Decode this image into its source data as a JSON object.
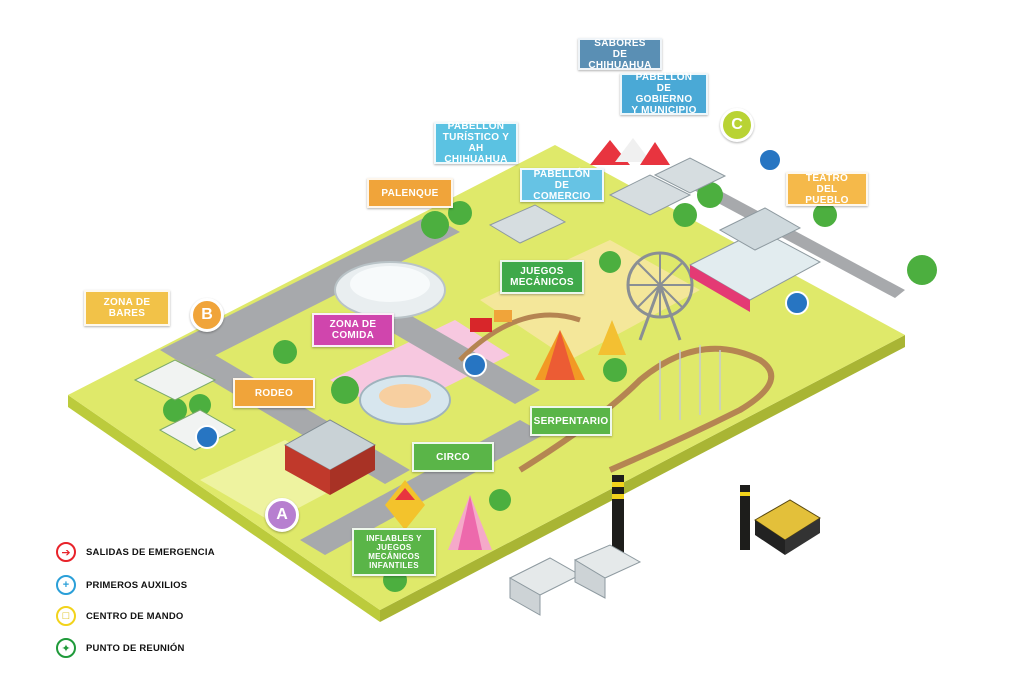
{
  "signs": {
    "sabores": "SABORES DE\nCHIHUAHUA",
    "gobierno": "PABELLÓN\nDE GOBIERNO\nY MUNICIPIO",
    "turistico": "PABELLÓN\nTURÍSTICO Y\nAH CHIHUAHUA",
    "comercio": "PABELLÓN\nDE COMERCIO",
    "palenque": "PALENQUE",
    "teatro": "TEATRO\nDEL PUEBLO",
    "juegos": "JUEGOS\nMECÁNICOS",
    "bares": "ZONA DE\nBARES",
    "comida": "ZONA DE\nCOMIDA",
    "rodeo": "RODEO",
    "serpentario": "SERPENTARIO",
    "circo": "CIRCO",
    "inflables": "INFLABLES Y\nJUEGOS\nMECÁNICOS\nINFANTILES"
  },
  "badges": {
    "a": "A",
    "b": "B",
    "c": "C"
  },
  "legend": [
    {
      "label": "SALIDAS DE EMERGENCIA",
      "icon": "emergency-exit-icon",
      "color": "#e8232a"
    },
    {
      "label": "PRIMEROS AUXILIOS",
      "icon": "first-aid-icon",
      "color": "#2a9fd8"
    },
    {
      "label": "CENTRO DE MANDO",
      "icon": "command-center-icon",
      "color": "#f2d31b"
    },
    {
      "label": "PUNTO DE REUNIÓN",
      "icon": "meeting-point-icon",
      "color": "#1f9a3a"
    }
  ],
  "colors": {
    "grass": "#dfe96a",
    "road": "#a7a9ac",
    "orange": "#f0a43a",
    "blue": "#5bb8d8",
    "green": "#5ab548",
    "magenta": "#c93ea6",
    "purple": "#9b5dbf"
  }
}
